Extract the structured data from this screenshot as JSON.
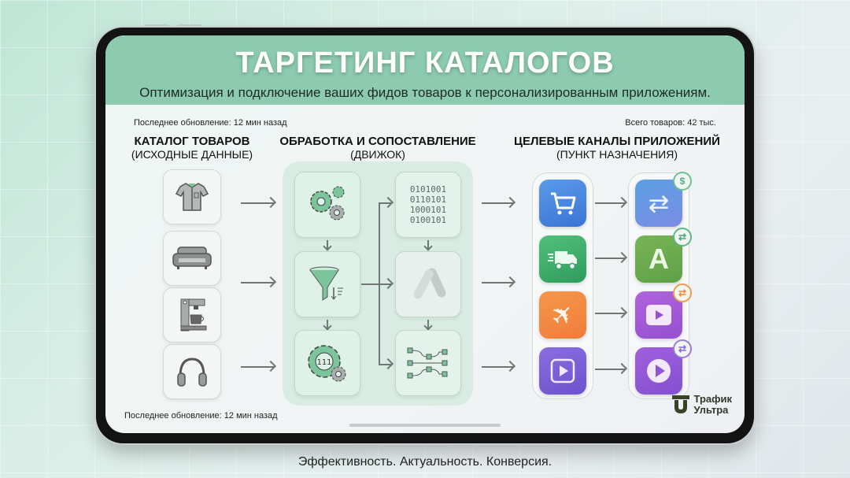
{
  "header": {
    "title": "ТАРГЕТИНГ КАТАЛОГОВ",
    "subtitle": "Оптимизация и подключение ваших фидов товаров к персонализированным приложениям."
  },
  "meta": {
    "last_update_top": "Последнее обновление: 12 мин назад",
    "total_items": "Всего товаров: 42 тыс.",
    "last_update_bottom": "Последнее обновление: 12 мин назад"
  },
  "columns": {
    "catalog": {
      "title": "КАТАЛОГ ТОВАРОВ",
      "subtitle": "(ИСХОДНЫЕ ДАННЫЕ)"
    },
    "engine": {
      "title": "ОБРАБОТКА И СОПОСТАВЛЕНИЕ",
      "subtitle": "(ДВИЖОК)"
    },
    "targets": {
      "title": "ЦЕЛЕВЫЕ КАНАЛЫ ПРИЛОЖЕНИЙ",
      "subtitle": "(ПУНКТ НАЗНАЧЕНИЯ)"
    }
  },
  "catalog_items": [
    {
      "icon": "shirt-icon"
    },
    {
      "icon": "sofa-icon"
    },
    {
      "icon": "coffee-machine-icon"
    },
    {
      "icon": "headphones-icon"
    }
  ],
  "engine": {
    "left": [
      {
        "icon": "gears-icon"
      },
      {
        "icon": "funnel-sort-icon"
      },
      {
        "icon": "gear-code-icon",
        "code": "111"
      }
    ],
    "right": [
      {
        "icon": "binary-data-icon",
        "lines": [
          "0101001",
          "0110101",
          "1000101",
          "0100101"
        ]
      },
      {
        "icon": "ads-logo-icon"
      },
      {
        "icon": "node-map-icon"
      }
    ]
  },
  "apps": [
    {
      "icon": "cart-icon",
      "color": "#3f82e0"
    },
    {
      "icon": "truck-icon",
      "color": "#3fae6a"
    },
    {
      "icon": "plane-icon",
      "color": "#f28a3c"
    },
    {
      "icon": "video-square-icon",
      "color": "#7b5fd6"
    }
  ],
  "channels": [
    {
      "icon": "sync-arrows-icon",
      "color": "#5c8ee6",
      "badge": "$",
      "badge_color": "#6dbf97"
    },
    {
      "icon": "letter-a-icon",
      "color": "#6aaa4e",
      "badge": "⇄",
      "badge_color": "#5fb58a"
    },
    {
      "icon": "video-play-icon",
      "color": "#a259d6",
      "badge": "⇄",
      "badge_color": "#f09a4e"
    },
    {
      "icon": "play-circle-icon",
      "color": "#9258d8",
      "badge": "⇄",
      "badge_color": "#9b7ad6"
    }
  ],
  "logo": {
    "line1": "Трафик",
    "line2": "Ультра"
  },
  "tagline": "Эффективность. Актуальность. Конверсия."
}
